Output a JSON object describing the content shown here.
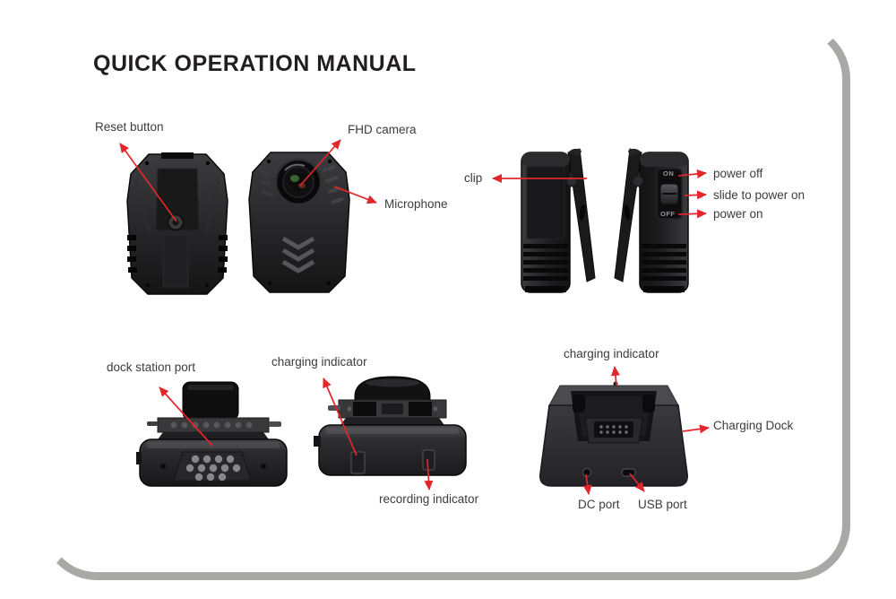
{
  "title": "QUICK OPERATION MANUAL",
  "callouts": {
    "reset_button": "Reset button",
    "fhd_camera": "FHD camera",
    "microphone": "Microphone",
    "clip": "clip",
    "power_off": "power off",
    "slide_to_power_on": "slide to power on",
    "power_on": "power on",
    "dock_station_port": "dock station port",
    "charging_indicator_device": "charging indicator",
    "recording_indicator": "recording indicator",
    "charging_indicator_dock": "charging indicator",
    "charging_dock": "Charging Dock",
    "dc_port": "DC port",
    "usb_port": "USB port"
  },
  "switch_labels": {
    "on": "ON",
    "off": "OFF"
  },
  "colors": {
    "arrow_red": "#e2262b",
    "label_text": "#3d3b3c",
    "title_text": "#221e1f",
    "frame_gray": "#a8a8a6"
  }
}
